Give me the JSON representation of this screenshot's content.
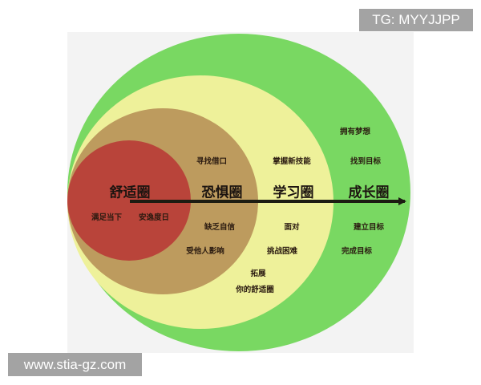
{
  "watermarks": {
    "top_right": "TG: MYYJJPP",
    "bottom_left": "www.stia-gz.com"
  },
  "zones": {
    "comfort": {
      "title": "舒适圈",
      "items": [
        "满足当下",
        "安逸度日"
      ],
      "color": "#b9443a"
    },
    "fear": {
      "title": "恐惧圈",
      "items": [
        "寻找借口",
        "缺乏自信",
        "受他人影响"
      ],
      "color": "#bd9b5e"
    },
    "learning": {
      "title": "学习圈",
      "items": [
        "掌握新技能",
        "面对",
        "挑战困难",
        "拓展",
        "你的舒适圈"
      ],
      "color": "#eef19a"
    },
    "growth": {
      "title": "成长圈",
      "items": [
        "拥有梦想",
        "找到目标",
        "建立目标",
        "完成目标"
      ],
      "color": "#79d862"
    }
  }
}
